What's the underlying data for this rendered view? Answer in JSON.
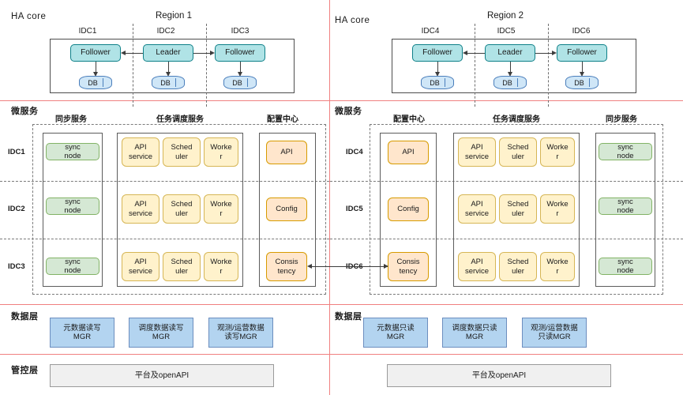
{
  "diagram": {
    "bands": {
      "ha_core_left": "HA core",
      "ha_core_right": "HA core",
      "microservice_left": "微服务",
      "microservice_right": "微服务",
      "data_layer_left": "数据层",
      "data_layer_right": "数据层",
      "control_layer": "管控层"
    },
    "regions": {
      "left_title": "Region 1",
      "right_title": "Region 2"
    },
    "ha_core": {
      "left": {
        "idc_labels": [
          "IDC1",
          "IDC2",
          "IDC3"
        ],
        "nodes": [
          "Follower",
          "Leader",
          "Follower"
        ],
        "db_label": "DB"
      },
      "right": {
        "idc_labels": [
          "IDC4",
          "IDC5",
          "IDC6"
        ],
        "nodes": [
          "Follower",
          "Leader",
          "Follower"
        ],
        "db_label": "DB"
      }
    },
    "microservices": {
      "left": {
        "column_titles": [
          "同步服务",
          "任务调度服务",
          "配置中心"
        ],
        "row_labels": [
          "IDC1",
          "IDC2",
          "IDC3"
        ],
        "sync_nodes": [
          "sync node",
          "sync node",
          "sync node"
        ],
        "scheduler_nodes": [
          [
            "API service",
            "Sched uler",
            "Worke r"
          ],
          [
            "API service",
            "Sched uler",
            "Worke r"
          ],
          [
            "API service",
            "Sched uler",
            "Worke r"
          ]
        ],
        "config_nodes": [
          "API",
          "Config",
          "Consis tency"
        ]
      },
      "right": {
        "column_titles": [
          "配置中心",
          "任务调度服务",
          "同步服务"
        ],
        "row_labels": [
          "IDC4",
          "IDC5",
          "IDC6"
        ],
        "config_nodes": [
          "API",
          "Config",
          "Consis tency"
        ],
        "scheduler_nodes": [
          [
            "API service",
            "Sched uler",
            "Worke r"
          ],
          [
            "API service",
            "Sched uler",
            "Worke r"
          ],
          [
            "API service",
            "Sched uler",
            "Worke r"
          ]
        ],
        "sync_nodes": [
          "sync node",
          "sync node",
          "sync node"
        ]
      }
    },
    "data_layer": {
      "left": [
        "元数据读写 MGR",
        "调度数据读写 MGR",
        "观测/运营数据 读写MGR"
      ],
      "right": [
        "元数据只读 MGR",
        "调度数据只读 MGR",
        "观测/运营数据 只读MGR"
      ]
    },
    "control_layer": {
      "left_label": "平台及openAPI",
      "right_label": "平台及openAPI"
    },
    "colors": {
      "divider_red": "#f08080",
      "cyan_fill": "#b0e3e6",
      "cyan_border": "#0e8088",
      "green_fill": "#d5e8d4",
      "green_border": "#82b366",
      "yellow_fill": "#fff2cc",
      "yellow_border": "#d6b656",
      "orange_fill": "#ffe6cc",
      "orange_border": "#d79b00",
      "blue_fill": "#b3d4f0",
      "blue_border": "#6c8ebf",
      "grey_fill": "#f0f0f0",
      "grey_border": "#9a9a9a",
      "db_fill": "#cfe6f7",
      "db_border": "#4a7ebb"
    }
  }
}
